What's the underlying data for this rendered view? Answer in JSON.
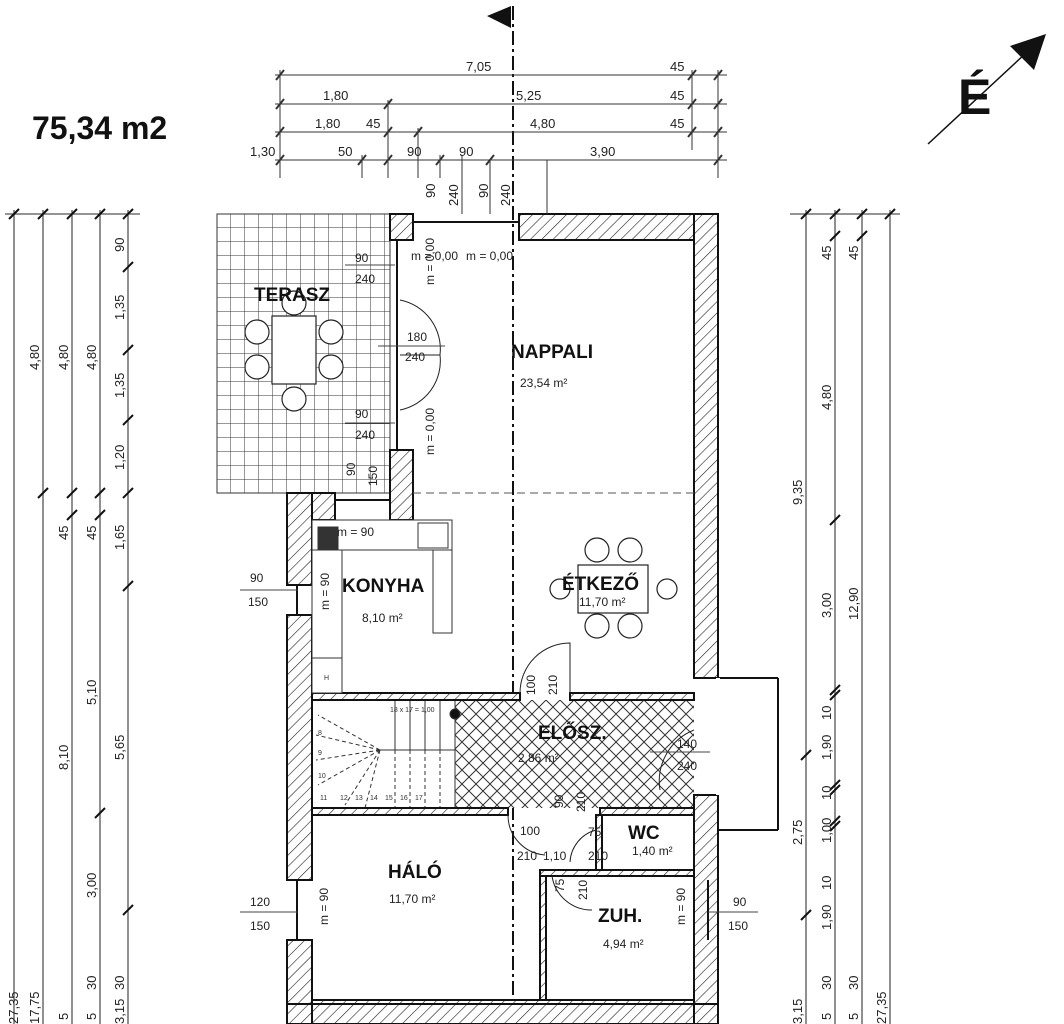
{
  "total_area": "75,34 m2",
  "north_label": "É",
  "rooms": {
    "terasz": {
      "name": "TERASZ"
    },
    "nappali": {
      "name": "NAPPALI",
      "area": "23,54 m²"
    },
    "konyha": {
      "name": "KONYHA",
      "area": "8,10 m²"
    },
    "etkezo": {
      "name": "ÉTKEZŐ",
      "area": "11,70 m²"
    },
    "eloszoba": {
      "name": "ELŐSZ.",
      "area": "2,86 m²"
    },
    "wc": {
      "name": "WC",
      "area": "1,40 m²"
    },
    "halo": {
      "name": "HÁLÓ",
      "area": "11,70 m²"
    },
    "zuhany": {
      "name": "ZUH.",
      "area": "4,94 m²"
    }
  },
  "top_dims": {
    "row1": [
      "7,05",
      "45"
    ],
    "row2": [
      "1,80",
      "5,25",
      "45"
    ],
    "row3": [
      "1,80",
      "45",
      "4,80",
      "45"
    ],
    "row4": [
      "1,30",
      "50",
      "90",
      "90",
      "3,90"
    ],
    "vertical": [
      "90",
      "240",
      "90",
      "240"
    ]
  },
  "left_dims": {
    "col1": [
      "27,35"
    ],
    "col2": [
      "4,80",
      "17,75"
    ],
    "col3": [
      "4,80",
      "45",
      "8,10",
      "5"
    ],
    "col4": [
      "4,80",
      "45",
      "5,10",
      "3,00",
      "30",
      "5"
    ],
    "col5": [
      "90",
      "1,35",
      "1,35",
      "1,20",
      "1,65",
      "5,65",
      "30",
      "3,15"
    ]
  },
  "right_dims": {
    "col1": [
      "9,35",
      "2,75",
      "3,15"
    ],
    "col2": [
      "45",
      "4,80",
      "3,00",
      "10",
      "1,90",
      "10",
      "1,00",
      "10",
      "1,90",
      "30",
      "5"
    ],
    "col3": [
      "45",
      "12,90",
      "30",
      "5"
    ],
    "col4": [
      "27,35"
    ]
  },
  "openings": {
    "terrace_top_w": "90",
    "terrace_top_h": "240",
    "terrace_door_w": "180",
    "terrace_door_h": "240",
    "terrace_bot_w": "90",
    "terrace_bot_h": "240",
    "sill_top": "m = 0,00",
    "sill_top2": "m = 0,00",
    "sill_side": "m = 0,00",
    "sill_side2": "m = 0,00",
    "kitchen_top_w": "90",
    "kitchen_top_h": "150",
    "kitchen_top_sill": "m = 90",
    "kitchen_left_w": "90",
    "kitchen_left_h": "150",
    "kitchen_left_sill": "m = 90",
    "entry_w": "140",
    "entry_h": "240",
    "hall_door_w": "100",
    "hall_door_h": "210",
    "bath_door_w": "90",
    "bath_door_h": "210",
    "halo_door_w": "100",
    "halo_door_h": "210",
    "landing": "1,10",
    "wc_door_w": "75",
    "wc_door_h": "210",
    "zuh_door_w": "75",
    "zuh_door_h": "210",
    "halo_win_w": "120",
    "halo_win_h": "150",
    "halo_win_sill": "m = 90",
    "zuh_win_w": "90",
    "zuh_win_h": "150",
    "zuh_win_sill": "m = 90"
  },
  "stairs": {
    "label": "18 x 17 = 1,00",
    "steps": [
      "8",
      "9",
      "10",
      "11",
      "12",
      "13",
      "14",
      "15",
      "16",
      "17"
    ]
  },
  "appliance": {
    "fridge": "H"
  }
}
